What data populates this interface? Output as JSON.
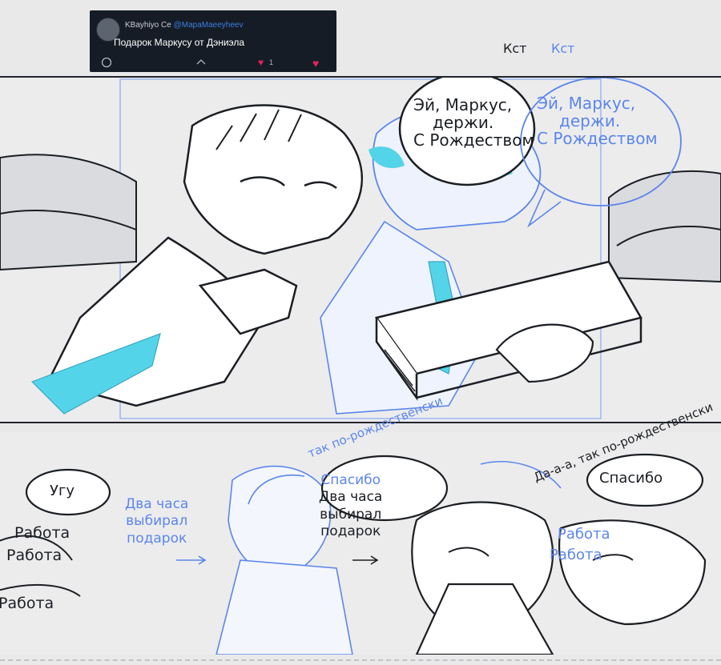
{
  "post": {
    "meta_name": "KBayhiyo",
    "meta_separator": "Ce",
    "meta_handle": "@MapaMaeeyheev",
    "caption": "Подарок Маркусу от Дэниэла",
    "likes": "1"
  },
  "icons": {
    "avatar": "avatar-image",
    "reply": "speech-bubble-icon",
    "like": "heart-icon",
    "share": "share-icon"
  },
  "colors": {
    "ink": "#1b1e23",
    "blue_sketch": "#5c86ea",
    "cyan_accent": "#54d4e8",
    "card_bg": "#161c26",
    "page_bg": "#e9e9ea"
  },
  "panel1": {
    "sfx_black": "Кст",
    "sfx_blue": "Кст",
    "bubble_lines": [
      "Эй, Маркус,",
      "держи.",
      "С Рождеством"
    ],
    "bubble_lines_blue": [
      "Эй, Маркус,",
      "держи.",
      "С Рождеством"
    ]
  },
  "panel2": {
    "ugu": "Угу",
    "rabota_1": "Работа",
    "rabota_2": "Работа",
    "rabota_3": "Работа",
    "dva_chasa_blue": [
      "Два часа",
      "выбирал",
      "подарок"
    ],
    "dva_chasa_black": [
      "Спасибо",
      "Два часа",
      "выбирал",
      "подарок"
    ],
    "spasibo": "Спасибо",
    "arc_blue": "так по-рождественски",
    "arc_black": "Да-а-а, так по-рождественски",
    "rabota_blue_1": "Работа",
    "rabota_blue_2": "Работа"
  }
}
